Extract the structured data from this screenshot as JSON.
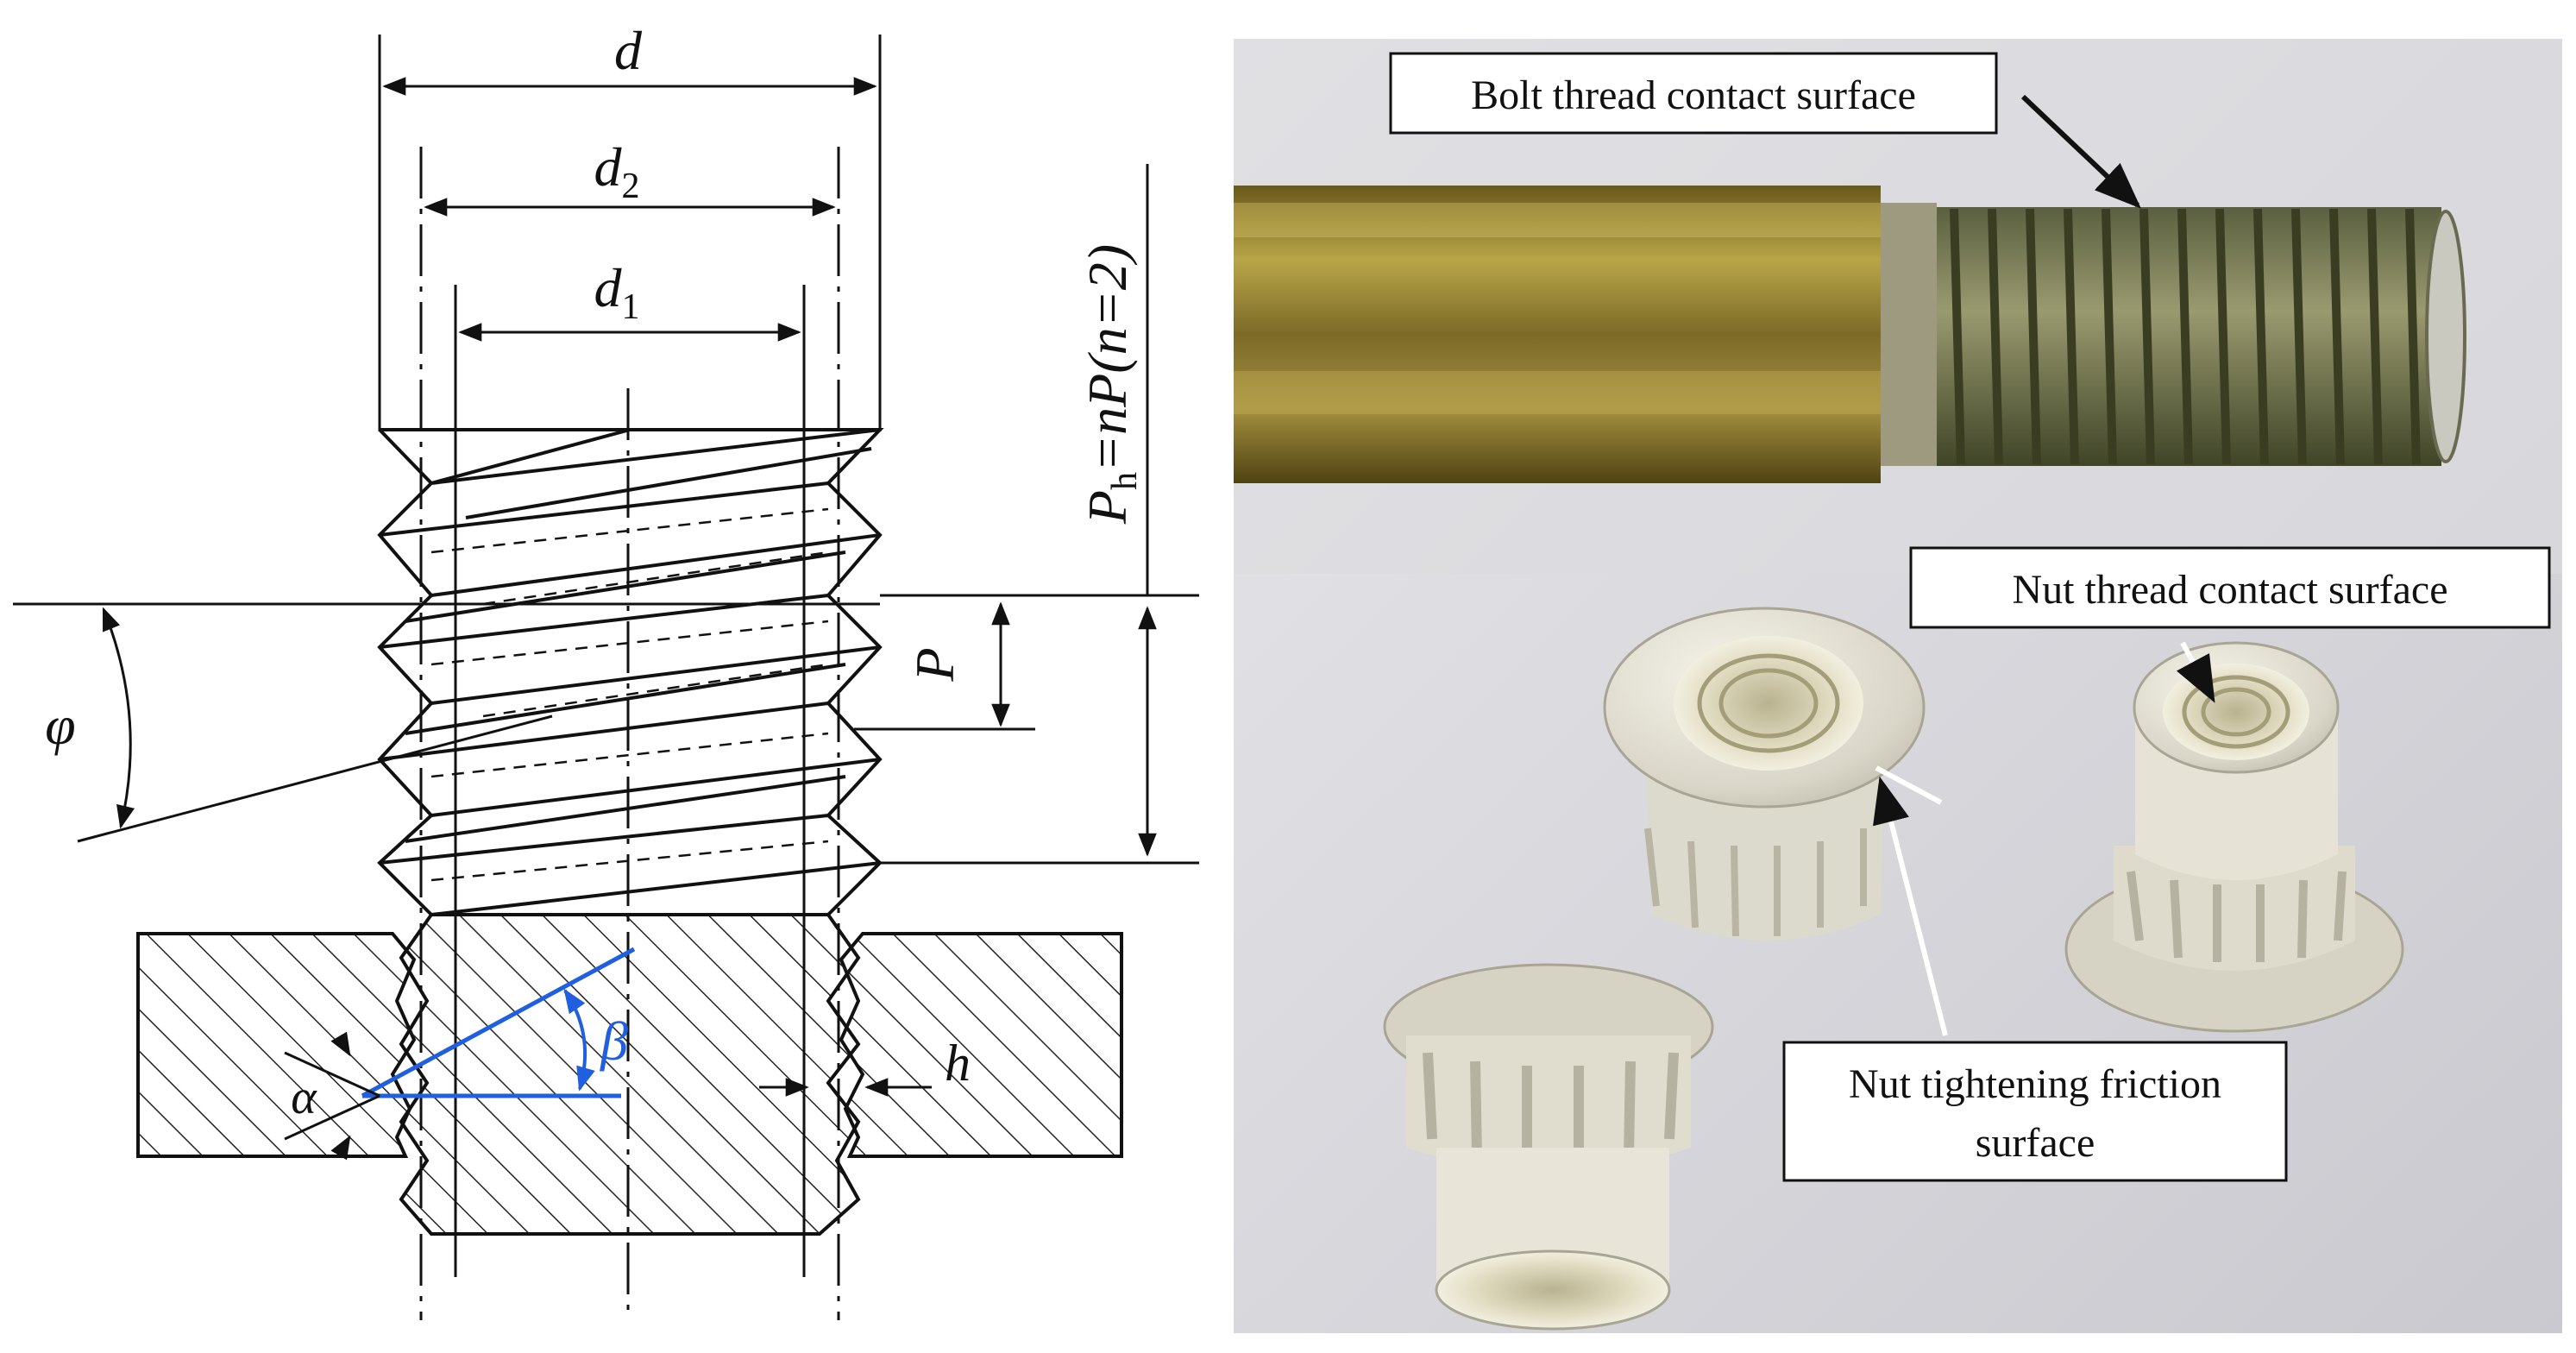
{
  "diagram": {
    "labels": {
      "d": "d",
      "d2": "d",
      "d2_sub": "2",
      "d1": "d",
      "d1_sub": "1",
      "phi": "φ",
      "P": "P",
      "Ph_main": "P",
      "Ph_sub": "h",
      "Ph_rest": "=nP(n=2)",
      "beta": "β",
      "alpha": "α",
      "h": "h"
    },
    "colors": {
      "line": "#111111",
      "angle_highlight": "#1f5fe0"
    }
  },
  "photo": {
    "callouts": {
      "bolt": "Bolt thread contact surface",
      "nut_thread": "Nut thread contact surface",
      "nut_friction_line1": "Nut tightening friction",
      "nut_friction_line2": "surface"
    },
    "colors": {
      "background": "#d9d9de",
      "bolt_body": "#8a7a2a",
      "nut": "#e4e2d6"
    }
  }
}
